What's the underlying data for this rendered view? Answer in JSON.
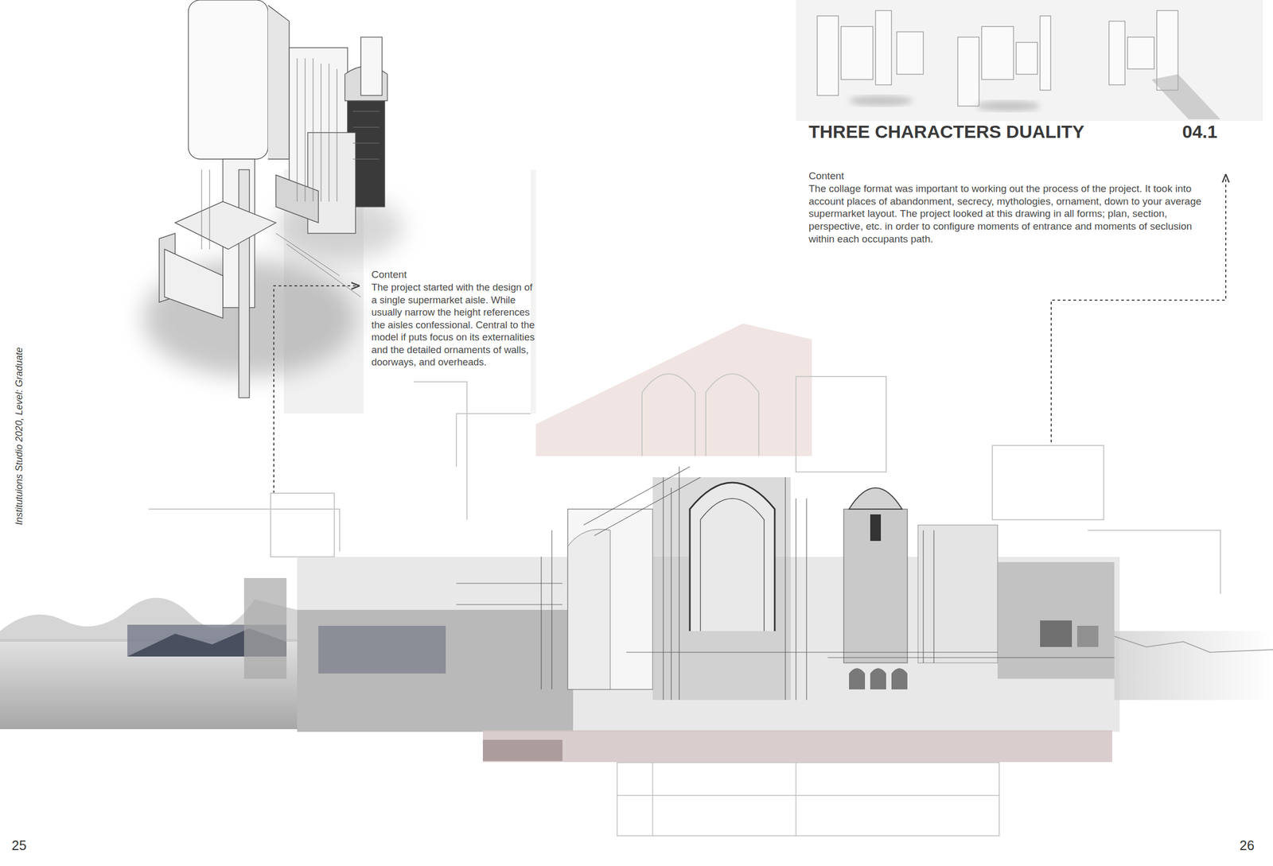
{
  "diagram": {
    "title": "THREE CHARACTERS DUALITY",
    "labels": [
      "04.1",
      "Content",
      "The collage format was important to working out the process of the project. It took into account places of abandonment, secrecy, mythologies, ornament, down to your average supermarket layout. The project looked at this drawing in all forms; plan, section, perspective, etc. in order to configure moments of entrance and moments of seclusion within each occupants path.",
      "Content",
      "The project started with the design of a single supermarket aisle. While usually narrow the height references the aisles confessional. Central to the model if puts focus on its externalities and the detailed ornaments of walls, doorways, and overheads.",
      "Institutuions Studio 2020, Level: Graduate",
      "25",
      "26"
    ]
  }
}
